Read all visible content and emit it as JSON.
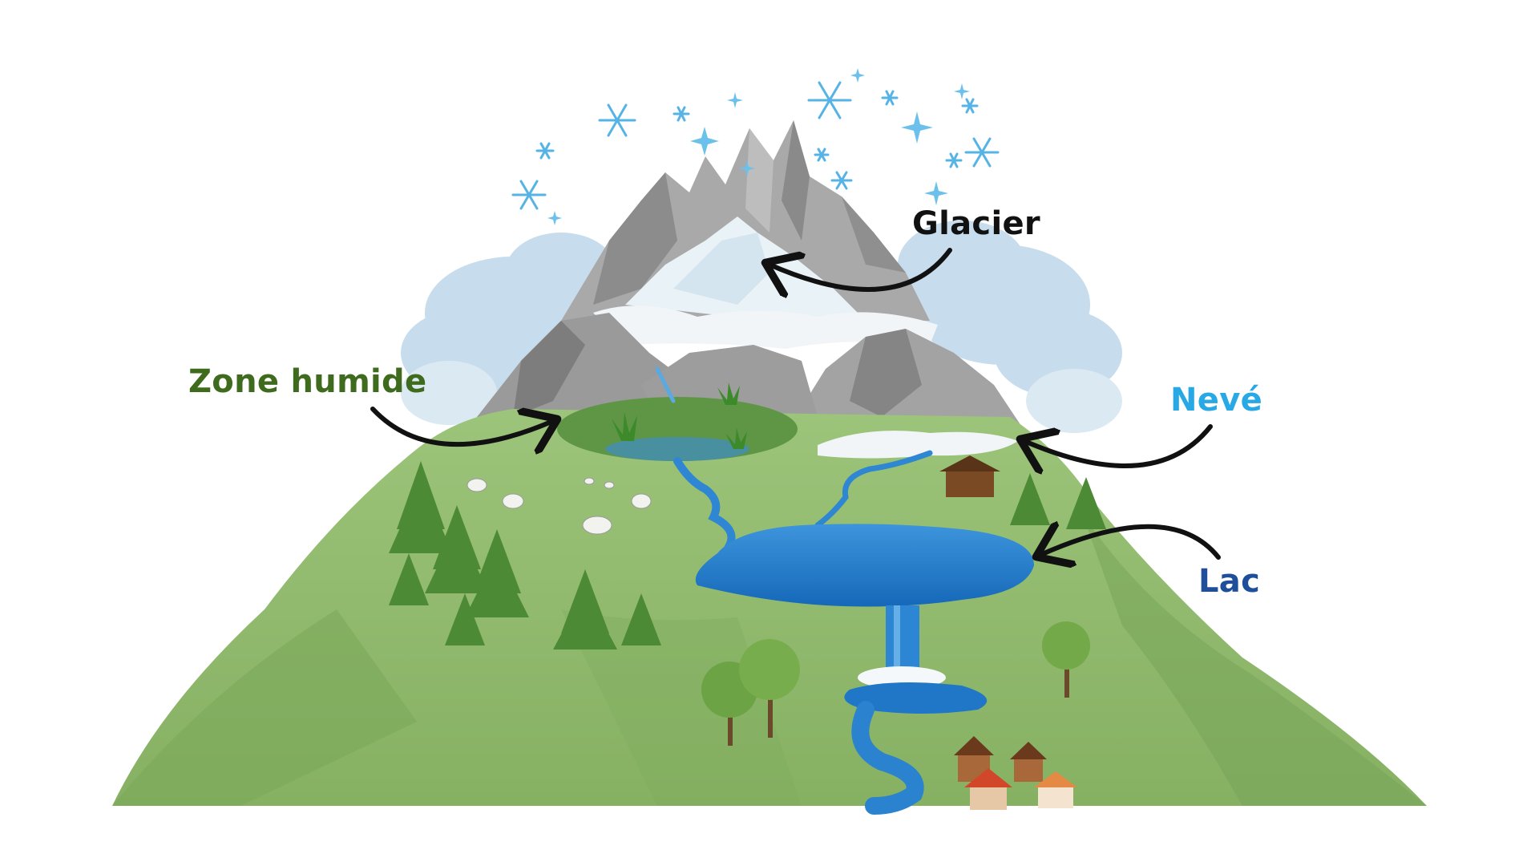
{
  "labels": {
    "glacier": {
      "text": "Glacier",
      "color": "#111111"
    },
    "zone_humide": {
      "text": "Zone humide",
      "color": "#3e6b1e"
    },
    "neve": {
      "text": "Nevé",
      "color": "#29a8e6"
    },
    "lac": {
      "text": "Lac",
      "color": "#1f4f9a"
    }
  },
  "colors": {
    "meadow": "#8fb86b",
    "meadow_dark": "#6f9d52",
    "rock": "#a8a8a8",
    "rock_dark": "#7e7e7e",
    "snow": "#eef4f8",
    "water": "#1f7fcf",
    "water_light": "#4aa3e6",
    "cloud": "#bcd6ea",
    "snowflake": "#5bb6e8",
    "tree": "#4e8a38",
    "arrow": "#111111"
  },
  "icons": [
    "snowflake-icon",
    "sparkle-icon",
    "pine-tree-icon",
    "sheep-icon",
    "house-icon",
    "cabin-icon"
  ]
}
